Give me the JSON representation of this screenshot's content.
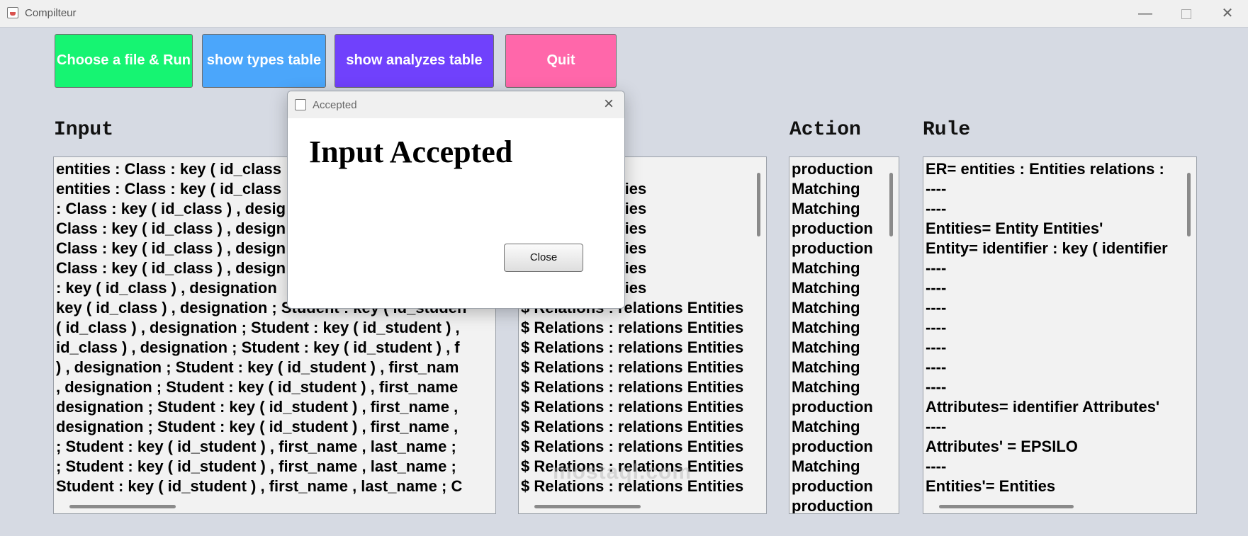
{
  "window": {
    "title": "Compilteur",
    "minimize": "—",
    "close": "✕"
  },
  "toolbar": {
    "run_label": "Choose a file  & Run",
    "types_label": "show types table",
    "analyzes_label": "show analyzes table",
    "quit_label": "Quit"
  },
  "headings": {
    "input": "Input",
    "action": "Action",
    "rule": "Rule"
  },
  "input_lines": [
    "entities : Class : key ( id_class",
    "entities : Class : key ( id_class",
    ": Class : key ( id_class ) , desig",
    "Class : key ( id_class ) , design",
    "Class : key ( id_class ) , design",
    "Class : key ( id_class ) , design",
    ": key ( id_class ) , designation",
    "key ( id_class ) , designation ; Student : key ( id_studen",
    "( id_class ) , designation ; Student : key ( id_student ) ,",
    "id_class ) , designation ; Student : key ( id_student ) , f",
    ") , designation ; Student : key ( id_student ) , first_nam",
    ", designation ; Student : key ( id_student ) , first_name",
    "designation ; Student : key ( id_student ) , first_name ,",
    "designation ; Student : key ( id_student ) , first_name ,",
    "; Student : key ( id_student ) , first_name , last_name ;",
    "; Student : key ( id_student ) , first_name , last_name ;",
    "Student : key ( id_student ) , first_name , last_name ; C"
  ],
  "stack_lines": [
    "",
    "relations Entities",
    "relations Entities",
    "relations Entities",
    "relations Entities",
    "relations Entities",
    "relations Entities",
    "$ Relations : relations Entities",
    "$ Relations : relations Entities",
    "$ Relations : relations Entities",
    "$ Relations : relations Entities",
    "$ Relations : relations Entities",
    "$ Relations : relations Entities",
    "$ Relations : relations Entities",
    "$ Relations : relations Entities",
    "$ Relations : relations Entities",
    "$ Relations : relations Entities"
  ],
  "action_lines": [
    "production",
    "Matching",
    "Matching",
    "production",
    "production",
    "Matching",
    "Matching",
    "Matching",
    "Matching",
    "Matching",
    "Matching",
    "Matching",
    "production",
    "Matching",
    "production",
    "Matching",
    "production",
    "production"
  ],
  "rule_lines": [
    "ER= entities : Entities relations :",
    "----",
    "----",
    "Entities= Entity Entities'",
    "Entity= identifier : key ( identifier",
    "----",
    "----",
    "----",
    "----",
    "----",
    "----",
    "----",
    "Attributes= identifier Attributes'",
    "----",
    "Attributes' = EPSILO",
    "----",
    "Entities'= Entities"
  ],
  "watermark": "mostaql.com",
  "dialog": {
    "title": "Accepted",
    "message": "Input Accepted",
    "button": "Close"
  },
  "colors": {
    "run": "#16f472",
    "types": "#4ba6fb",
    "analyzes": "#7041fc",
    "quit": "#ff67aa",
    "background": "#d6dae3"
  }
}
